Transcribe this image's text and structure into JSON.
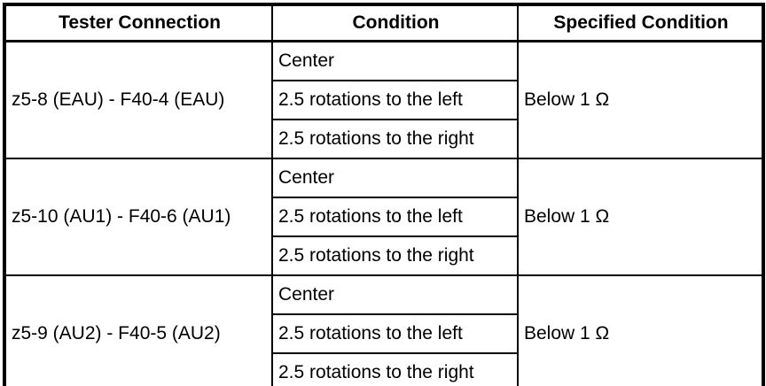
{
  "table": {
    "headers": [
      "Tester Connection",
      "Condition",
      "Specified Condition"
    ],
    "groups": [
      {
        "tester_connection": "z5-8 (EAU) - F40-4 (EAU)",
        "conditions": [
          "Center",
          "2.5 rotations to the left",
          "2.5 rotations to the right"
        ],
        "specified_condition": "Below 1 Ω"
      },
      {
        "tester_connection": "z5-10 (AU1) - F40-6 (AU1)",
        "conditions": [
          "Center",
          "2.5 rotations to the left",
          "2.5 rotations to the right"
        ],
        "specified_condition": "Below 1 Ω"
      },
      {
        "tester_connection": "z5-9 (AU2) - F40-5 (AU2)",
        "conditions": [
          "Center",
          "2.5 rotations to the left",
          "2.5 rotations to the right"
        ],
        "specified_condition": "Below 1 Ω"
      }
    ],
    "colors": {
      "border": "#000000",
      "text": "#000000",
      "background": "#ffffff"
    }
  }
}
